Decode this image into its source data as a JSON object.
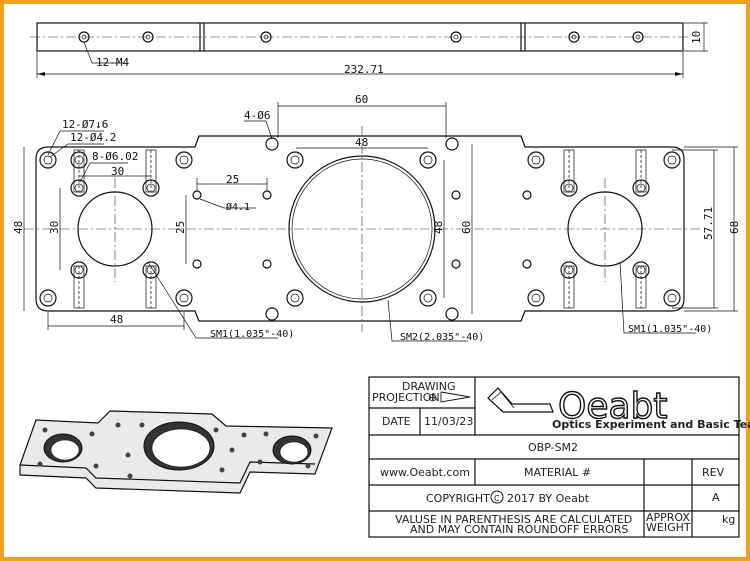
{
  "side_view": {
    "thread_callout": "12-M4",
    "overall_length": "232.71",
    "thickness": "10"
  },
  "top_view": {
    "dim_60_top": "60",
    "callout_4_d6": "4-Ø6",
    "callout_12_d7": "12-Ø7↓6",
    "callout_12_d42": "12-Ø4.2",
    "callout_8_d602": "8-Ø6.02",
    "dim_48_center": "48",
    "dim_30_left": "30",
    "dim_25": "25",
    "callout_d41": "Ø4.1",
    "dim_48_left_vert": "48",
    "dim_30_left_vert": "30",
    "dim_25_vert": "25",
    "dim_48_center_vert": "48",
    "dim_60_center_vert": "60",
    "dim_5771": "57.71",
    "dim_68": "68",
    "dim_48_bottom": "48",
    "label_sm1_left": "SM1(1.035\"-40)",
    "label_sm2": "SM2(2.035\"-40)",
    "label_sm1_right": "SM1(1.035\"-40)"
  },
  "title_block": {
    "drawing_projection": "DRAWING PROJECTION",
    "projection_symbol": "⊕",
    "date_label": "DATE",
    "date_value": "11/03/23",
    "brand_name": "Oeabt",
    "brand_tagline": "Optics Experiment and Basic Teaching",
    "part_number": "OBP-SM2",
    "website": "www.Oeabt.com",
    "material_label": "MATERIAL #",
    "rev_label": "REV",
    "rev_value": "A",
    "copyright": "COPYRIGHT",
    "copyright_year": "2017 BY Oeabt",
    "note_line1": "VALUSE IN PARENTHESIS ARE CALCULATED",
    "note_line2": "AND MAY CONTAIN ROUNDOFF ERRORS",
    "approx_line1": "APPROX",
    "approx_line2": "WEIGHT",
    "weight_unit": "kg"
  },
  "colors": {
    "frame": "#f2a020",
    "line": "#111111"
  }
}
